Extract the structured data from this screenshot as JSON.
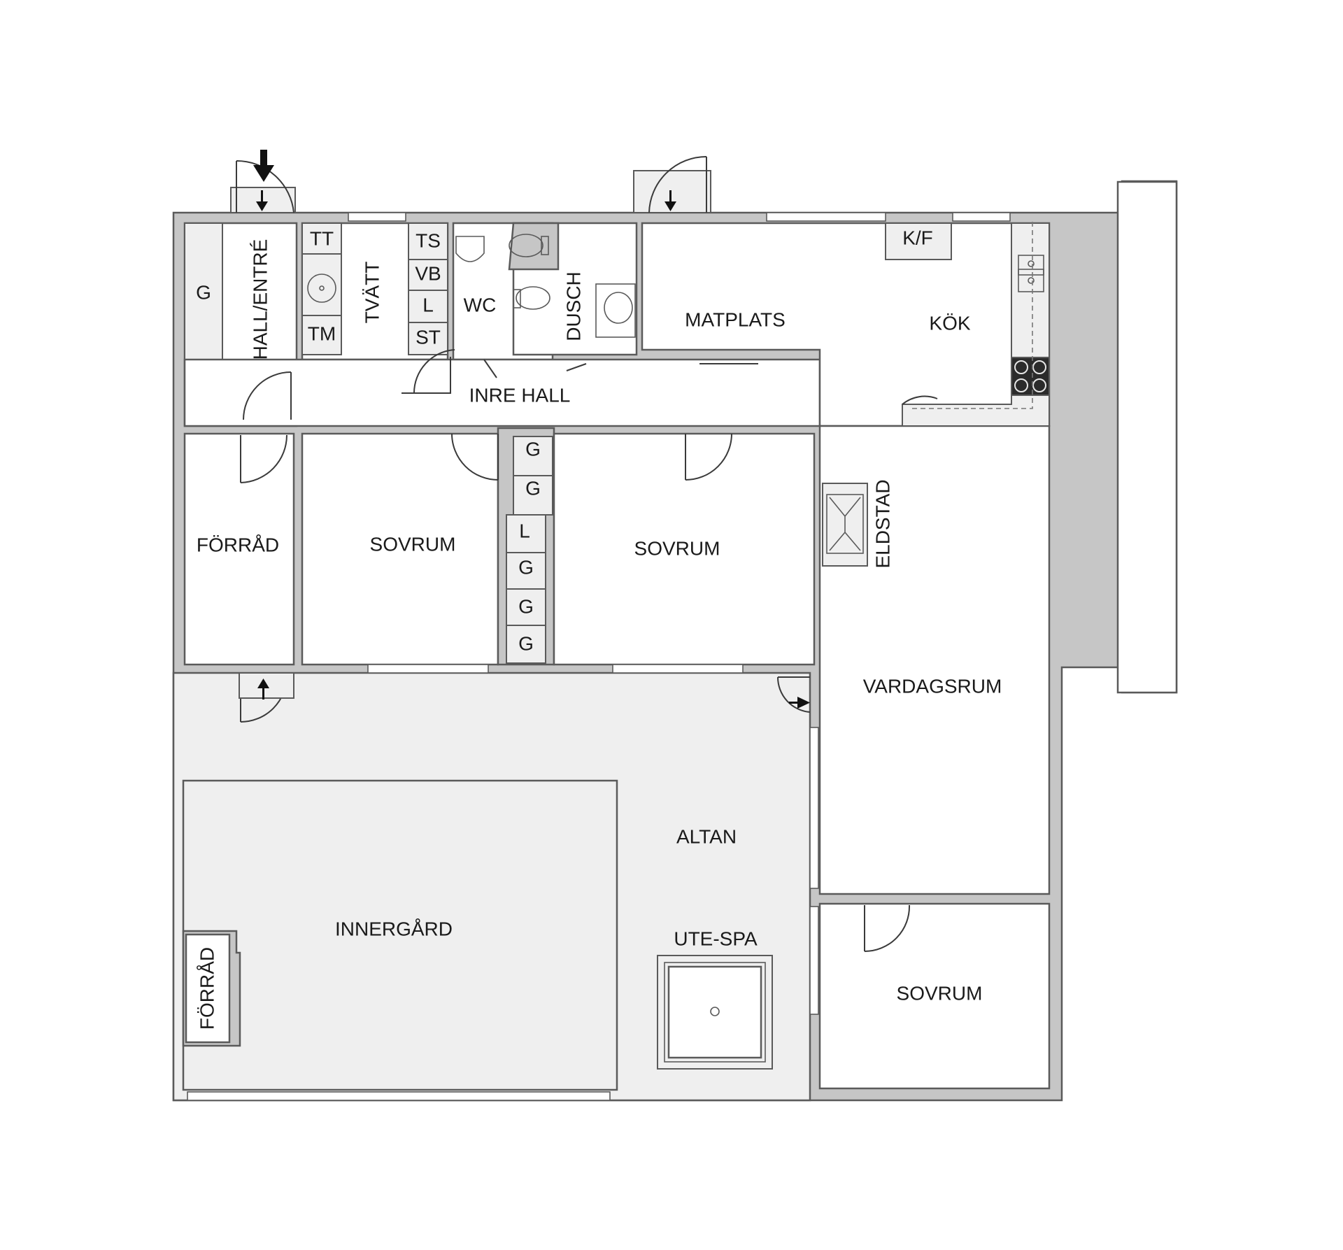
{
  "rooms": {
    "hall_entre": "HALL/ENTRÉ",
    "g_closet_hall": "G",
    "tvatt": "TVÄTT",
    "tt": "TT",
    "tm": "TM",
    "ts": "TS",
    "vb": "VB",
    "l_laundry": "L",
    "st": "ST",
    "wc": "WC",
    "dusch": "DUSCH",
    "matplats": "MATPLATS",
    "kok": "KÖK",
    "kf": "K/F",
    "inre_hall": "INRE HALL",
    "forrad_main": "FÖRRÅD",
    "sovrum_1": "SOVRUM",
    "sovrum_2": "SOVRUM",
    "sovrum_3": "SOVRUM",
    "g_wardrobe_1": "G",
    "g_wardrobe_2": "G",
    "l_wardrobe": "L",
    "g_wardrobe_3": "G",
    "g_wardrobe_4": "G",
    "g_wardrobe_5": "G",
    "eldstad": "ELDSTAD",
    "vardagsrum": "VARDAGSRUM",
    "altan": "ALTAN",
    "innergard": "INNERGÅRD",
    "forrad_yard": "FÖRRÅD",
    "ute_spa": "UTE-SPA"
  },
  "colors": {
    "wall": "#c6c6c6",
    "outdoor": "#efefef",
    "stroke": "#5a5a5a",
    "text": "#1a1a1a"
  },
  "icons": [
    "entry-arrow-icon",
    "door-arrow-icon",
    "sink-icon",
    "toilet-icon",
    "stove-icon",
    "fireplace-icon"
  ]
}
